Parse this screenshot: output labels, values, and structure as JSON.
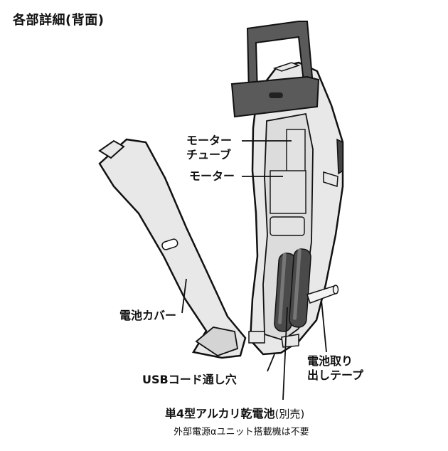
{
  "title": "各部詳細(背面)",
  "labels": {
    "motor_tube_1": "モーター",
    "motor_tube_2": "チューブ",
    "motor": "モーター",
    "battery_cover": "電池カバー",
    "usb_hole": "USBコード通し穴",
    "pull_tape_1": "電池取り",
    "pull_tape_2": "出しテープ",
    "battery_main": "単4型アルカリ乾電池",
    "battery_paren": "(別売)",
    "battery_note": "外部電源αユニット搭載機は不要"
  },
  "colors": {
    "body": "#e8e8e8",
    "dark": "#5a5a5a",
    "battery": "#4a4a4a",
    "outline": "#111111"
  }
}
